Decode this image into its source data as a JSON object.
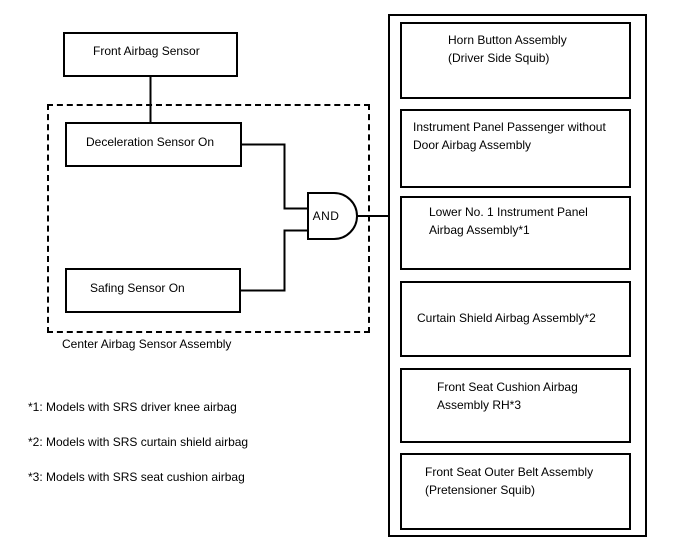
{
  "page": {
    "background_color": "#ffffff",
    "line_color": "#000000"
  },
  "sensors": {
    "front_airbag": "Front Airbag Sensor",
    "deceleration": "Deceleration Sensor On",
    "safing": "Safing Sensor On"
  },
  "center_assembly_label": "Center Airbag Sensor Assembly",
  "gate": {
    "label": "AND"
  },
  "outputs": [
    {
      "line1": "Horn Button Assembly",
      "line2": "(Driver Side Squib)"
    },
    {
      "line1": "Instrument Panel Passenger without",
      "line2": "Door Airbag Assembly"
    },
    {
      "line1": "Lower No. 1 Instrument Panel",
      "line2": "Airbag Assembly*1"
    },
    {
      "line1": "Curtain Shield Airbag Assembly*2",
      "line2": ""
    },
    {
      "line1": "Front Seat Cushion Airbag",
      "line2": "Assembly RH*3"
    },
    {
      "line1": "Front Seat Outer Belt Assembly",
      "line2": "(Pretensioner Squib)"
    }
  ],
  "footnotes": [
    "*1: Models with SRS driver knee airbag",
    "*2: Models with SRS curtain shield airbag",
    "*3: Models with SRS seat cushion airbag"
  ]
}
